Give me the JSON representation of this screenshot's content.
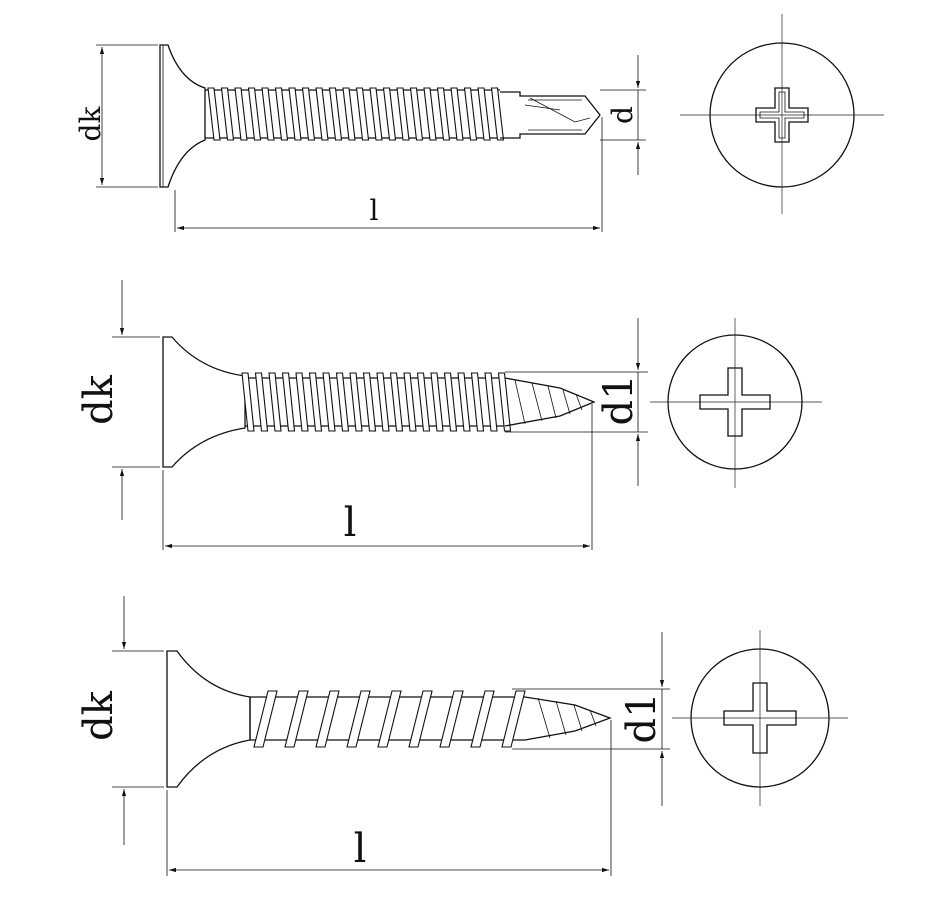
{
  "drawings": [
    {
      "id": "screw-1",
      "head_dia_label": "dk",
      "shank_dia_label": "d",
      "length_label": "l"
    },
    {
      "id": "screw-2",
      "head_dia_label": "dk",
      "shank_dia_label": "d1",
      "length_label": "l"
    },
    {
      "id": "screw-3",
      "head_dia_label": "dk",
      "shank_dia_label": "d1",
      "length_label": "l"
    }
  ],
  "colors": {
    "line": "#111111",
    "background": "#ffffff"
  }
}
